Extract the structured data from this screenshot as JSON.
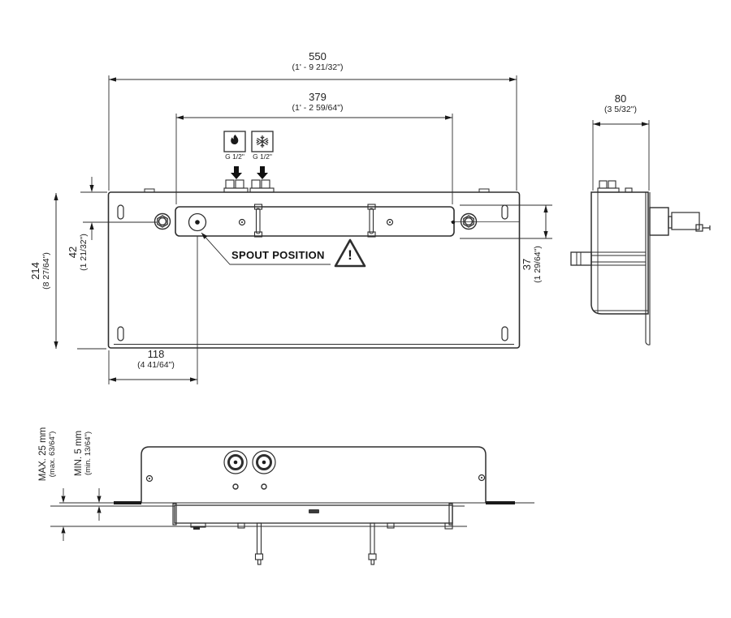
{
  "front": {
    "dim550": {
      "mm": "550",
      "inch": "(1' - 9 21/32\")"
    },
    "dim379": {
      "mm": "379",
      "inch": "(1' - 2 59/64\")"
    },
    "dim214": {
      "mm": "214",
      "inch": "(8 27/64\")"
    },
    "dim42": {
      "mm": "42",
      "inch": "(1 21/32\")"
    },
    "dim37": {
      "mm": "37",
      "inch": "(1 29/64\")"
    },
    "dim118": {
      "mm": "118",
      "inch": "(4 41/64\")"
    },
    "spout_label": "SPOUT POSITION",
    "warning_mark": "!",
    "hot_thread_label": "G 1/2\"",
    "cold_thread_label": "G 1/2\""
  },
  "side": {
    "dim80": {
      "mm": "80",
      "inch": "(3 5/32\")"
    }
  },
  "bottom": {
    "dim_max": {
      "metric": "MAX. 25 mm",
      "inch": "(max. 63/64\")"
    },
    "dim_min": {
      "metric": "MIN. 5 mm",
      "inch": "(min. 13/64\")"
    }
  }
}
